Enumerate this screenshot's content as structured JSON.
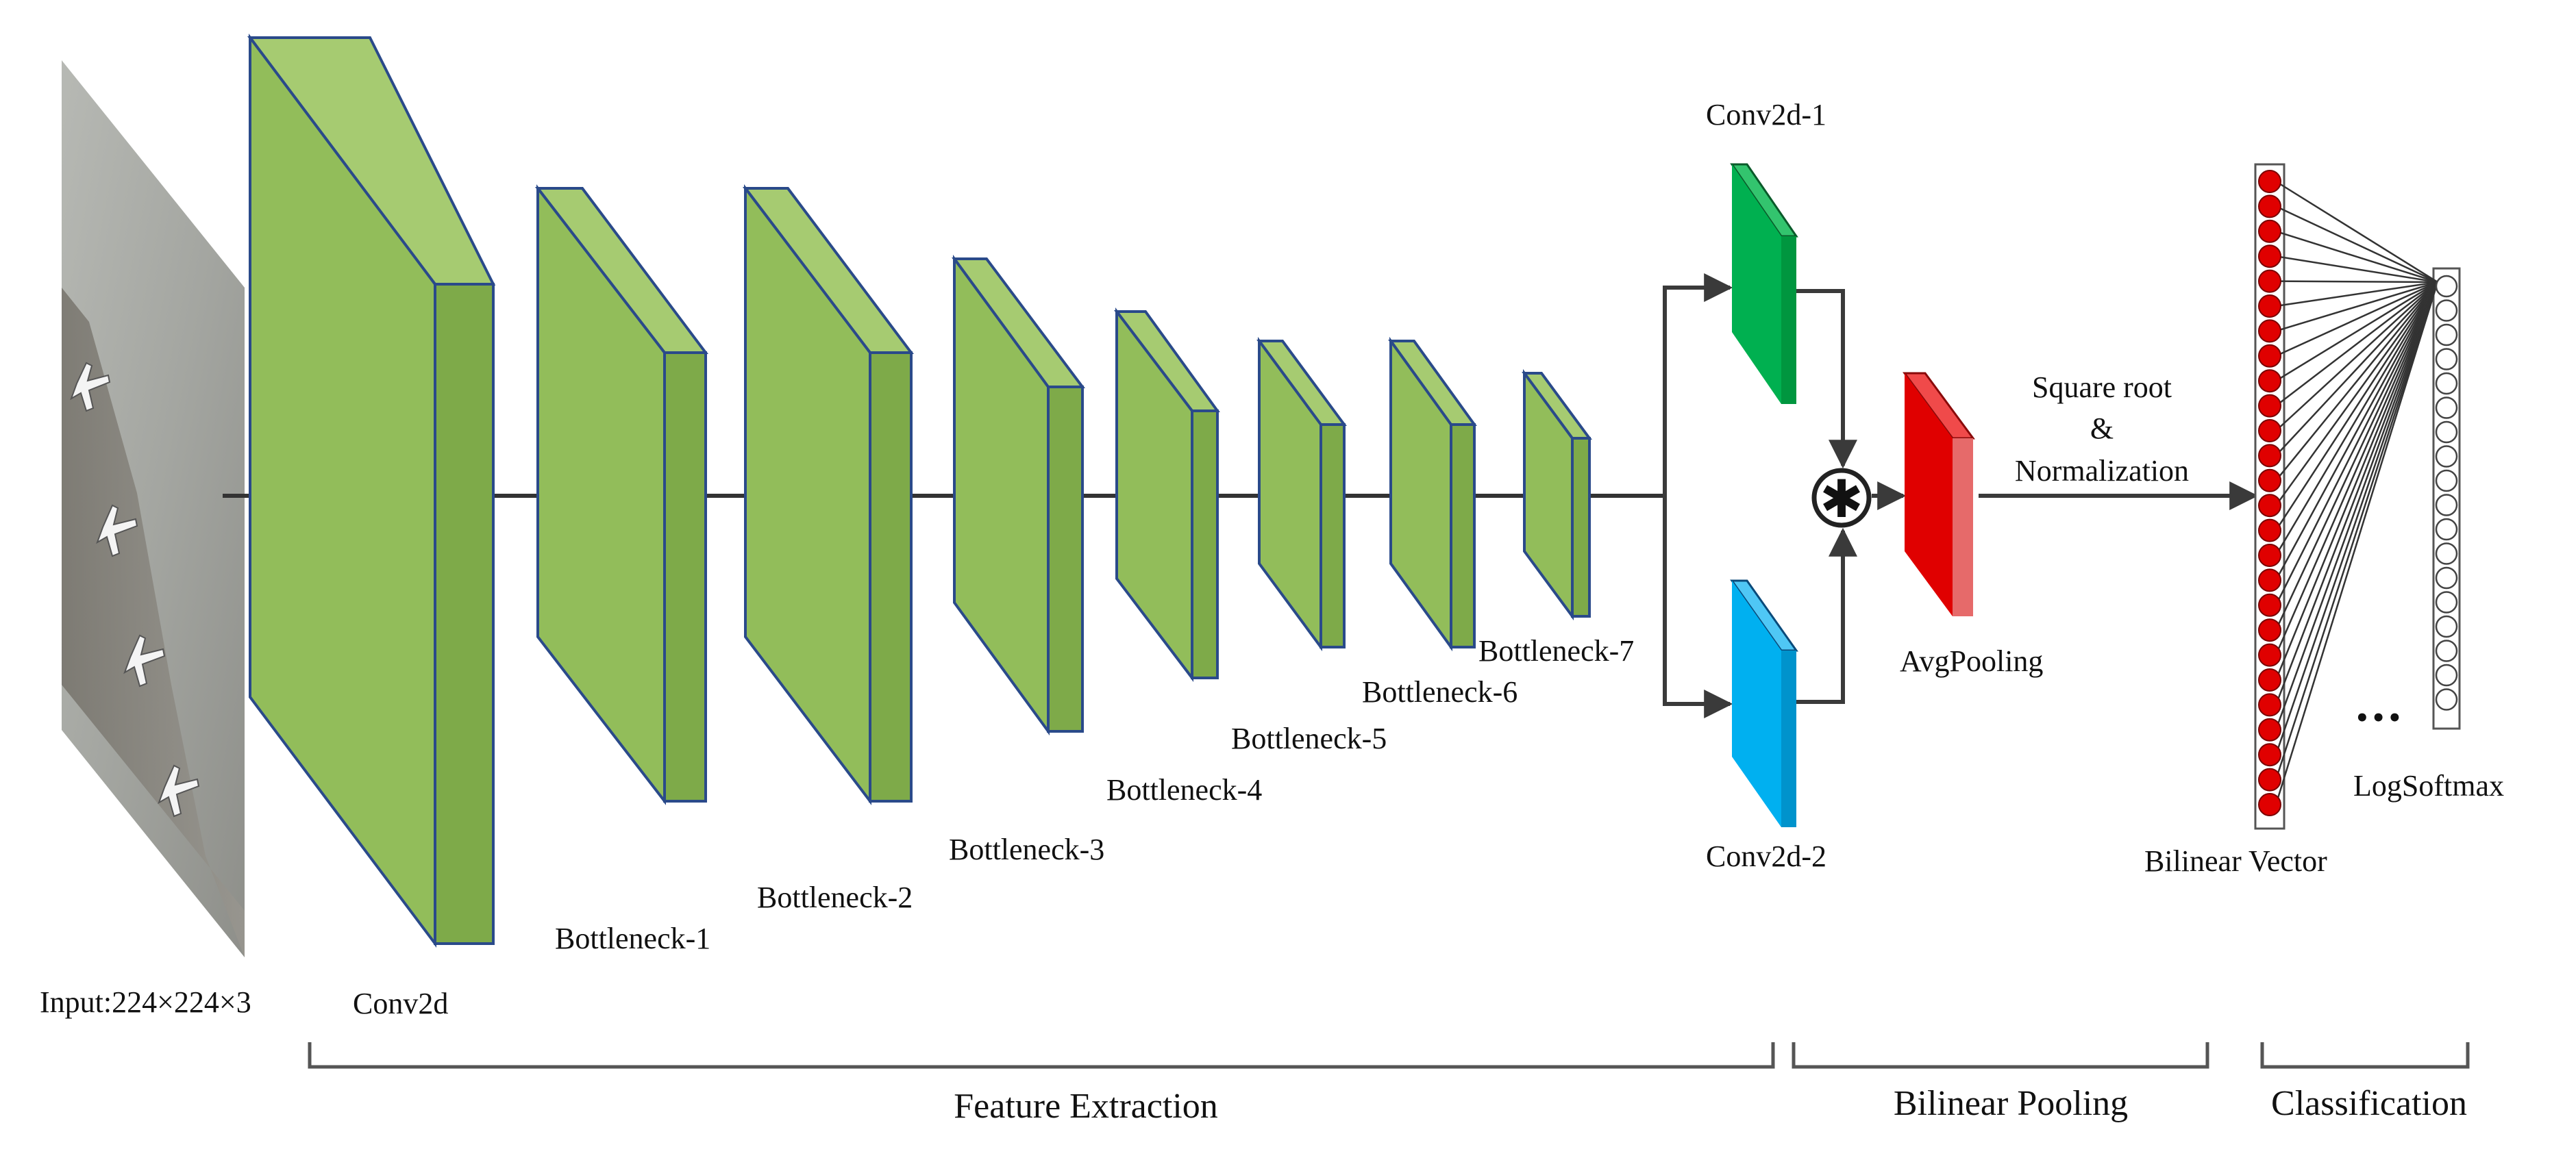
{
  "input": {
    "label": "Input:224×224×3"
  },
  "layers": {
    "conv2d": "Conv2d",
    "bottleneck_1": "Bottleneck-1",
    "bottleneck_2": "Bottleneck-2",
    "bottleneck_3": "Bottleneck-3",
    "bottleneck_4": "Bottleneck-4",
    "bottleneck_5": "Bottleneck-5",
    "bottleneck_6": "Bottleneck-6",
    "bottleneck_7": "Bottleneck-7",
    "conv2d_1": "Conv2d-1",
    "conv2d_2": "Conv2d-2",
    "avgpooling": "AvgPooling"
  },
  "operation": {
    "line1": "Square root",
    "line2": "&",
    "line3": "Normalization",
    "product_symbol": "✱"
  },
  "classifier": {
    "bilinear_vector": "Bilinear Vector",
    "logsoftmax": "LogSoftmax",
    "ellipsis": "•••"
  },
  "sections": {
    "feature_extraction": "Feature Extraction",
    "bilinear_pooling": "Bilinear Pooling",
    "classification": "Classification"
  },
  "colors": {
    "feature_block": "#92bd5a",
    "conv2d_1": "#00b050",
    "conv2d_2": "#00b0f0",
    "avgpooling": "#e00000",
    "neuron_red": "#e00000"
  }
}
